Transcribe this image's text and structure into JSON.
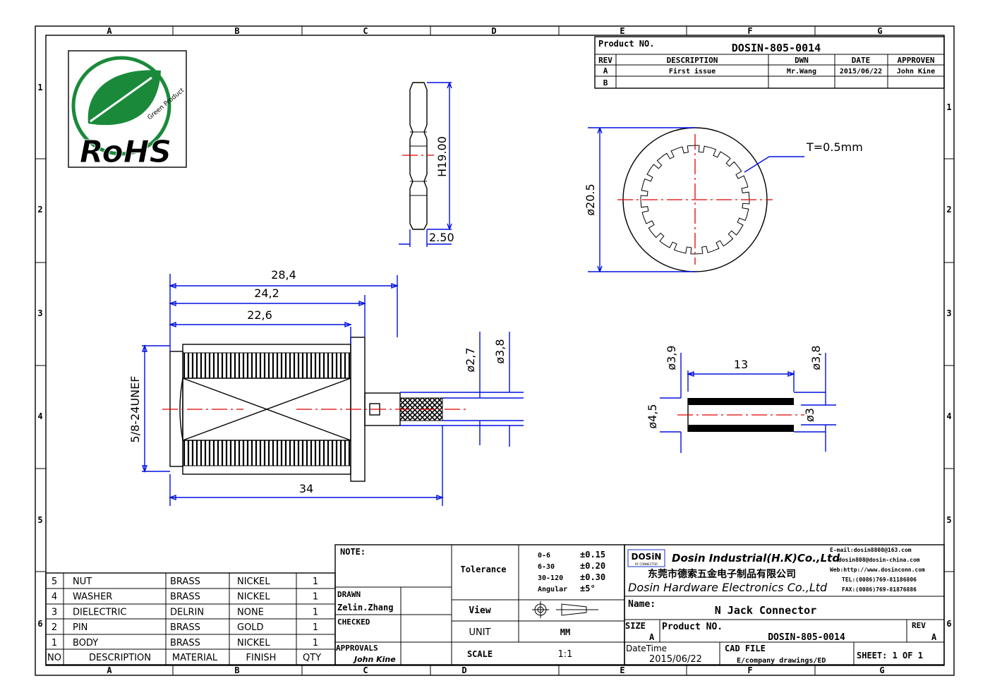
{
  "zones": {
    "letters": [
      "A",
      "B",
      "C",
      "D",
      "E",
      "F",
      "G"
    ],
    "numbers": [
      "1",
      "2",
      "3",
      "4",
      "5",
      "6"
    ]
  },
  "logo": {
    "text": "RoHS",
    "sub": "Green Product"
  },
  "revision_block": {
    "product_no_label": "Product NO.",
    "product_no": "DOSIN-805-0014",
    "headers": [
      "REV",
      "DESCRIPTION",
      "DWN",
      "DATE",
      "APPROVEN"
    ],
    "rows": [
      [
        "A",
        "First issue",
        "Mr.Wang",
        "2015/06/22",
        "John Kine"
      ],
      [
        "B",
        "",
        "",
        "",
        ""
      ]
    ]
  },
  "dimensions": {
    "nut_height": "H19.00",
    "nut_thickness": "2.50",
    "washer_dia": "ø20.5",
    "washer_thickness": "T=0.5mm",
    "overall_28": "28,4",
    "len_24": "24,2",
    "len_22": "22,6",
    "overall_34": "34",
    "thread": "5/8-24UNEF",
    "pin_dia": "ø2,7",
    "diel_dia": "ø3,8",
    "sleeve_len": "13",
    "sleeve_od_top": "ø3,9",
    "sleeve_od_right": "ø3,8",
    "sleeve_od": "ø4,5",
    "sleeve_id": "ø3"
  },
  "bom": {
    "headers": [
      "NO",
      "DESCRIPTION",
      "MATERIAL",
      "FINISH",
      "QTY"
    ],
    "rows": [
      [
        "5",
        "NUT",
        "BRASS",
        "NICKEL",
        "1"
      ],
      [
        "4",
        "WASHER",
        "BRASS",
        "NICKEL",
        "1"
      ],
      [
        "3",
        "DIELECTRIC",
        "DELRIN",
        "NONE",
        "1"
      ],
      [
        "2",
        "PIN",
        "BRASS",
        "GOLD",
        "1"
      ],
      [
        "1",
        "BODY",
        "BRASS",
        "NICKEL",
        "1"
      ]
    ]
  },
  "notes": {
    "note_label": "NOTE:",
    "drawn_label": "DRAWN",
    "drawn_by": "Zelin.Zhang",
    "checked_label": "CHECKED",
    "approvals_label": "APPROVALS",
    "approvals_sig": "John Kine"
  },
  "tolerance": {
    "label": "Tolerance",
    "ranges": [
      [
        "0-6",
        "±0.15"
      ],
      [
        "6-30",
        "±0.20"
      ],
      [
        "30-120",
        "±0.30"
      ],
      [
        "Angular",
        "±5°"
      ]
    ],
    "view_label": "View",
    "unit_label": "UNIT",
    "unit": "MM",
    "scale_label": "SCALE",
    "scale": "1:1"
  },
  "company": {
    "logo": "DOSiN",
    "logo_sub": "RF CONNECTOR",
    "name_en": "Dosin Industrial(H.K)Co.,Ltd",
    "name_cn": "东莞市德索五金电子制品有限公司",
    "name_en2": "Dosin Hardware Electronics Co.,Ltd",
    "email1": "E-mail:dosin8808@163.com",
    "email2": "dosin808@dosin-china.com",
    "web": "Web:http://www.dosinconn.com",
    "tel": "TEL:(0086)769-81186806",
    "fax": "FAX:(0086)769-81876886"
  },
  "title_block": {
    "name_label": "Name:",
    "name": "N Jack Connector",
    "size_label": "SIZE",
    "size": "A",
    "product_no_label": "Product NO.",
    "product_no": "DOSIN-805-0014",
    "rev_label": "REV",
    "rev": "A",
    "datetime_label": "DateTime",
    "datetime": "2015/06/22",
    "cad_label": "CAD FILE",
    "cad": "E/company drawings/ED",
    "sheet": "SHEET: 1 OF 1"
  },
  "colors": {
    "dimension": "#0010e0",
    "centerline": "#e00000",
    "logo_green": "#1a8a3a",
    "cn_text": "#e000c0"
  }
}
